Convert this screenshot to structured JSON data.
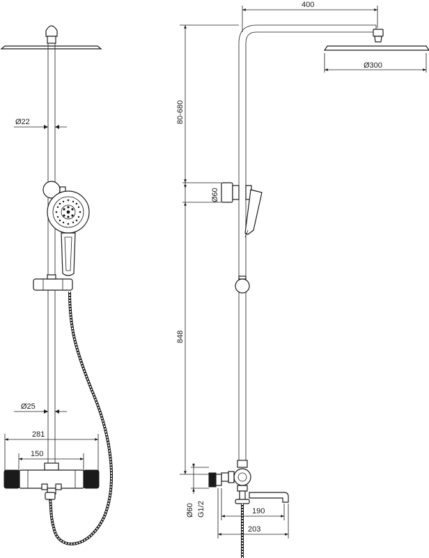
{
  "drawing": {
    "front_view": {
      "head_diameter": "Ø22",
      "bar_diameter": "Ø25",
      "mixer_width": "281",
      "mixer_spacing": "150"
    },
    "side_view": {
      "arm_reach": "400",
      "head_size": "Ø300",
      "adjust_range": "80-680",
      "holder_size": "Ø60",
      "bar_height": "848",
      "inlet_size": "Ø60",
      "thread": "G1/2",
      "spout_reach": "190",
      "spout_total": "203"
    }
  }
}
